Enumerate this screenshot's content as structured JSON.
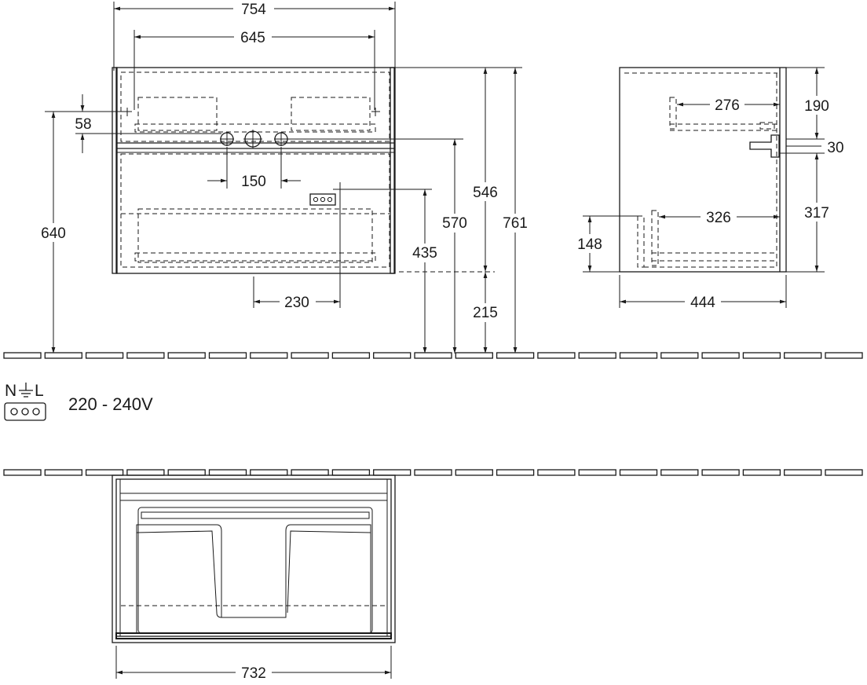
{
  "dimensions": {
    "front_width_overall": "754",
    "front_width_inner": "645",
    "front_siphon_offset": "58",
    "front_overall_height": "640",
    "front_tap_spacing": "150",
    "front_outlet_height_546": "546",
    "front_outlet_height_570": "570",
    "front_height_761": "761",
    "front_socket_height": "435",
    "front_socket_offset": "230",
    "front_floor_clearance": "215",
    "side_upper_depth": "276",
    "side_top_offset": "190",
    "side_pipe": "30",
    "side_lower_depth": "326",
    "side_lower_height": "317",
    "side_bottom": "148",
    "side_depth_overall": "444",
    "plan_width": "732"
  },
  "electrical": {
    "terminal_labels": "N",
    "terminal_l": "L",
    "voltage": "220 - 240V"
  }
}
